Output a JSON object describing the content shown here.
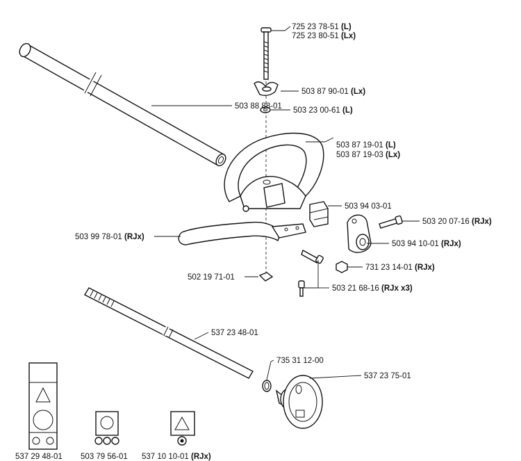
{
  "labels": [
    {
      "id": "bolt",
      "code": "725 23 78-51",
      "suffix": "(L)"
    },
    {
      "id": "bolt-alt",
      "code": "725 23 80-51",
      "suffix": "(Lx)"
    },
    {
      "id": "wing-knob",
      "code": "503 87 90-01",
      "suffix": "(Lx)"
    },
    {
      "id": "washer",
      "code": "503 23 00-61",
      "suffix": "(L)"
    },
    {
      "id": "tube",
      "code": "503 88 88-01",
      "suffix": ""
    },
    {
      "id": "handle",
      "code": "503 87 19-01",
      "suffix": "(L)"
    },
    {
      "id": "handle-alt",
      "code": "503 87 19-03",
      "suffix": "(Lx)"
    },
    {
      "id": "clamp",
      "code": "503 94 03-01",
      "suffix": ""
    },
    {
      "id": "screw",
      "code": "503 20 07-16",
      "suffix": "(RJx)"
    },
    {
      "id": "bar-handle",
      "code": "503 99 78-01",
      "suffix": "(RJx)"
    },
    {
      "id": "bracket",
      "code": "503 94 10-01",
      "suffix": "(RJx)"
    },
    {
      "id": "nut",
      "code": "731 23 14-01",
      "suffix": "(RJx)"
    },
    {
      "id": "square-nut",
      "code": "502 19 71-01",
      "suffix": ""
    },
    {
      "id": "screws",
      "code": "503 21 68-16",
      "suffix": "(RJx x3)"
    },
    {
      "id": "shaft",
      "code": "537 23 48-01",
      "suffix": ""
    },
    {
      "id": "ring",
      "code": "735 31 12-00",
      "suffix": ""
    },
    {
      "id": "drum",
      "code": "537 23 75-01",
      "suffix": ""
    },
    {
      "id": "decal-warning",
      "code": "537 29 48-01",
      "suffix": ""
    },
    {
      "id": "decal-head",
      "code": "503 79 56-01",
      "suffix": ""
    },
    {
      "id": "decal-rjx",
      "code": "537 10 10-01",
      "suffix": "(RJx)"
    }
  ]
}
